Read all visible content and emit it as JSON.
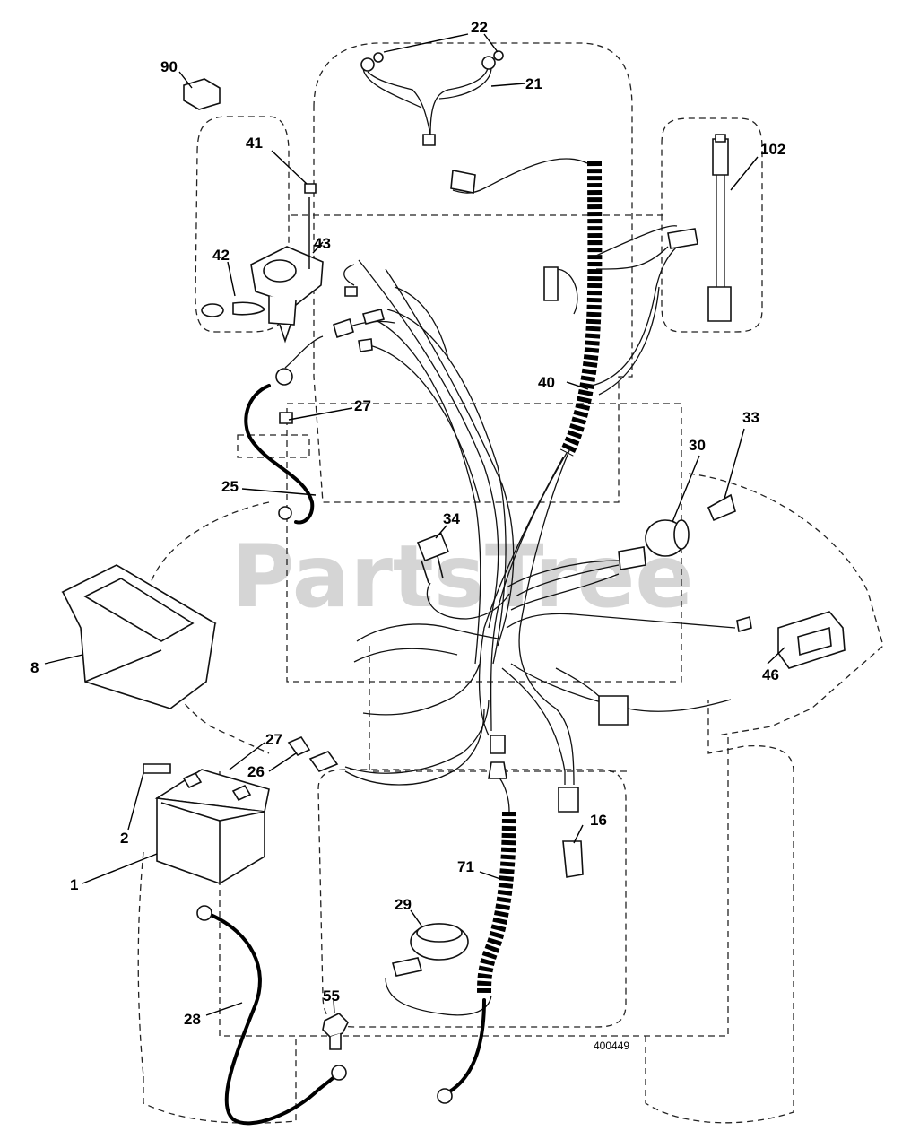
{
  "watermark": "PartsTree",
  "drawing_number": "400449",
  "callouts": [
    {
      "id": "c90",
      "text": "90"
    },
    {
      "id": "c22",
      "text": "22"
    },
    {
      "id": "c21",
      "text": "21"
    },
    {
      "id": "c102",
      "text": "102"
    },
    {
      "id": "c41",
      "text": "41"
    },
    {
      "id": "c43",
      "text": "43"
    },
    {
      "id": "c42",
      "text": "42"
    },
    {
      "id": "c40",
      "text": "40"
    },
    {
      "id": "c27a",
      "text": "27"
    },
    {
      "id": "c33",
      "text": "33"
    },
    {
      "id": "c30",
      "text": "30"
    },
    {
      "id": "c25",
      "text": "25"
    },
    {
      "id": "c34",
      "text": "34"
    },
    {
      "id": "c8",
      "text": "8"
    },
    {
      "id": "c46",
      "text": "46"
    },
    {
      "id": "c27b",
      "text": "27"
    },
    {
      "id": "c26",
      "text": "26"
    },
    {
      "id": "c2",
      "text": "2"
    },
    {
      "id": "c1",
      "text": "1"
    },
    {
      "id": "c16",
      "text": "16"
    },
    {
      "id": "c71",
      "text": "71"
    },
    {
      "id": "c29",
      "text": "29"
    },
    {
      "id": "c55",
      "text": "55"
    },
    {
      "id": "c28",
      "text": "28"
    }
  ]
}
